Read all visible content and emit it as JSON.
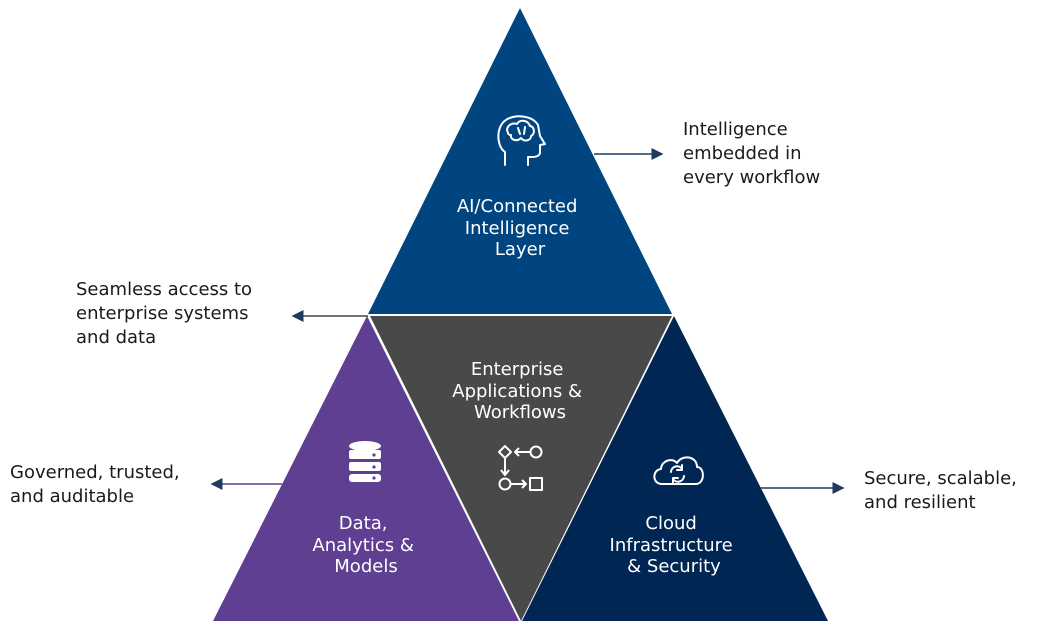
{
  "colors": {
    "ai_layer": "#00457f",
    "enterprise_layer": "#494949",
    "data_layer": "#5e3f91",
    "cloud_layer": "#002654",
    "arrow": "#1f3a5f"
  },
  "layers": {
    "ai": {
      "line1": "AI/Connected",
      "line2": "Intelligence",
      "line3": "Layer",
      "icon": "brain-head-icon"
    },
    "enterprise": {
      "line1": "Enterprise",
      "line2": "Applications &",
      "line3": "Workflows",
      "icon": "workflow-icon"
    },
    "data": {
      "line1": "Data,",
      "line2": "Analytics &",
      "line3": "Models",
      "icon": "database-icon"
    },
    "cloud": {
      "line1": "Cloud",
      "line2": "Infrastructure",
      "line3": "& Security",
      "icon": "cloud-sync-icon"
    }
  },
  "notes": {
    "intelligence": "Intelligence\nembedded in\nevery workflow",
    "seamless": "Seamless access to\nenterprise systems\nand data",
    "governed": "Governed, trusted,\nand auditable",
    "secure": "Secure, scalable,\nand resilient"
  }
}
